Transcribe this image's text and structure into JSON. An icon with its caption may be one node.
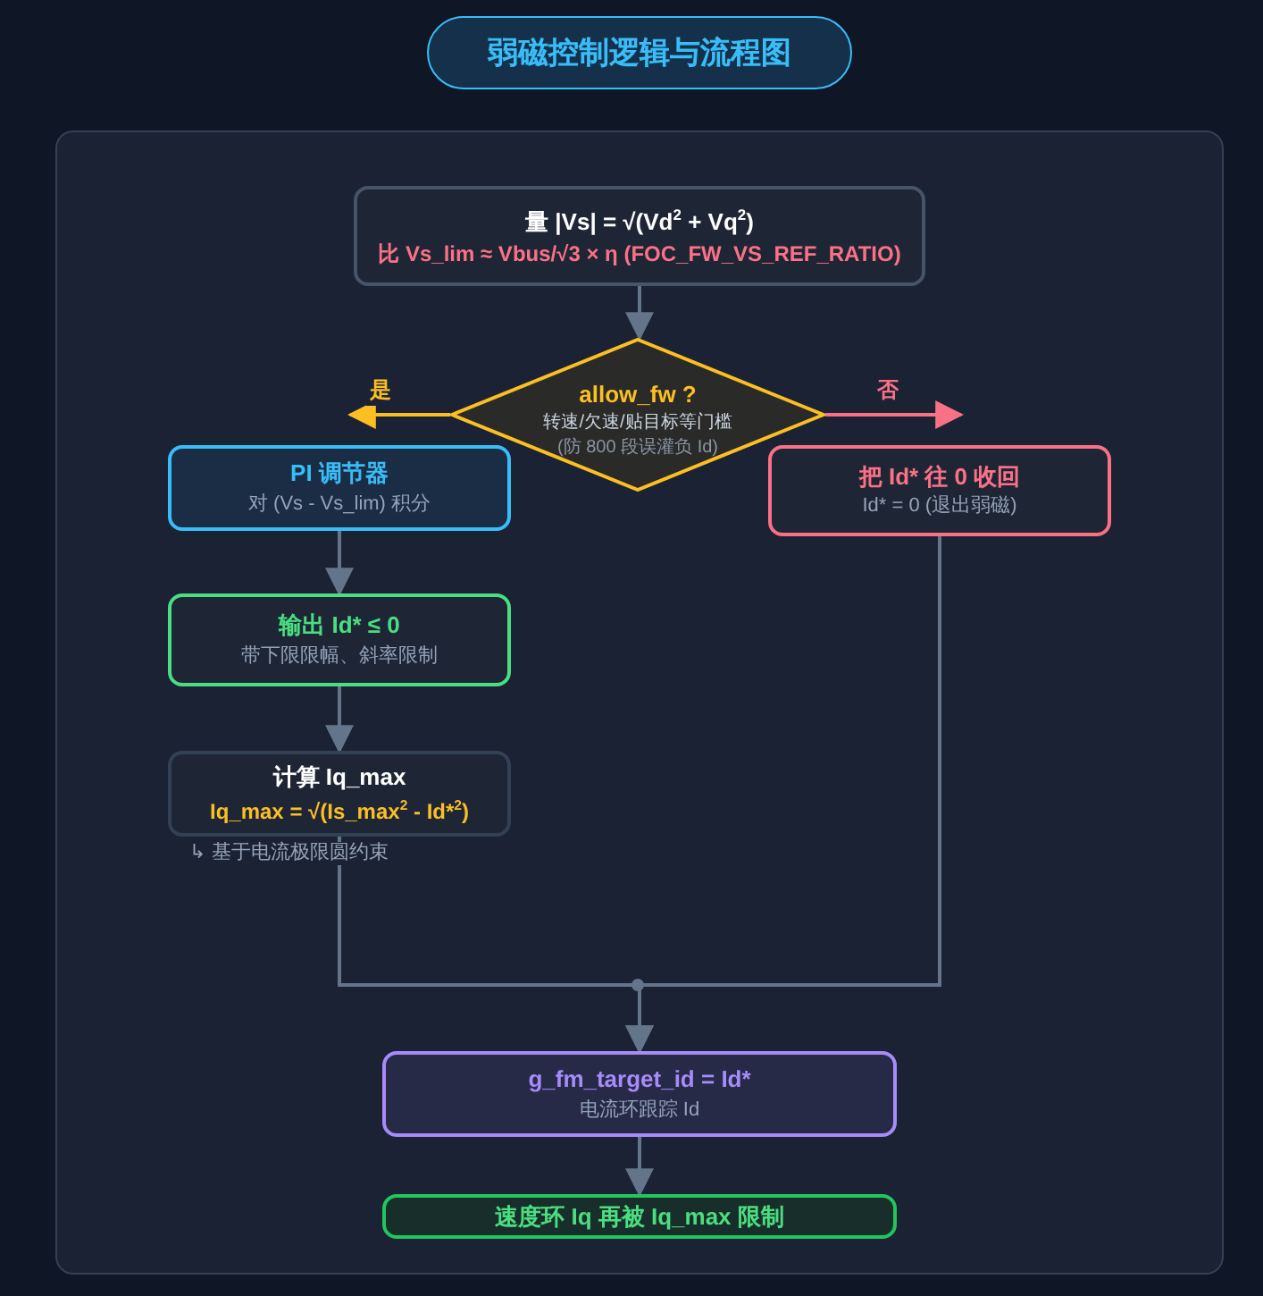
{
  "diagram": {
    "title": "弱磁控制逻辑与流程图",
    "nodes": [
      {
        "text": [
          "量 |Vs| = √(Vd$^{2}$ + Vq$^{2}$)",
          "比 Vs_lim ≈ Vbus/√3 × η (FOC_FW_VS_REF_RATIO)"
        ]
      },
      {
        "text": [
          "allow_fw ?",
          "转速/欠速/贴目标等门槛",
          "(防 800 段误灌负 Id)"
        ]
      },
      {
        "text": [
          "PI 调节器",
          "对 (Vs - Vs_lim) 积分"
        ]
      },
      {
        "text": [
          "输出 Id* ≤ 0",
          "带下限限幅、斜率限制"
        ]
      },
      {
        "text": [
          "计算 Iq_max",
          "Iq_max = √(Is_max$^{2}$ - Id*$^{2}$)"
        ],
        "beside": [
          "↳ 基于电流极限圆约束"
        ]
      },
      {
        "text": [
          "把 Id* 往 0 收回",
          "Id* = 0 (退出弱磁)"
        ]
      },
      {
        "text": [
          "g_fm_target_id = Id*",
          "电流环跟踪 Id"
        ]
      },
      {
        "text": [
          "速度环 Iq 再被 Iq_max 限制"
        ]
      }
    ],
    "edges": [
      {
        "from": 0,
        "to": 1,
        "arrow": "to"
      },
      {
        "from": 1,
        "to": 2,
        "arrow": "to",
        "label": "是",
        "color": "#fbbf24"
      },
      {
        "from": 1,
        "to": 5,
        "arrow": "to",
        "label": "否",
        "color": "#f87185"
      },
      {
        "from": 2,
        "to": 3,
        "arrow": "to"
      },
      {
        "from": 3,
        "to": 4,
        "arrow": "to"
      },
      {
        "from": 4,
        "to": 6,
        "arrow": "to"
      },
      {
        "from": 5,
        "to": 6,
        "arrow": "to"
      },
      {
        "from": 6,
        "to": 7,
        "arrow": "to"
      }
    ]
  }
}
